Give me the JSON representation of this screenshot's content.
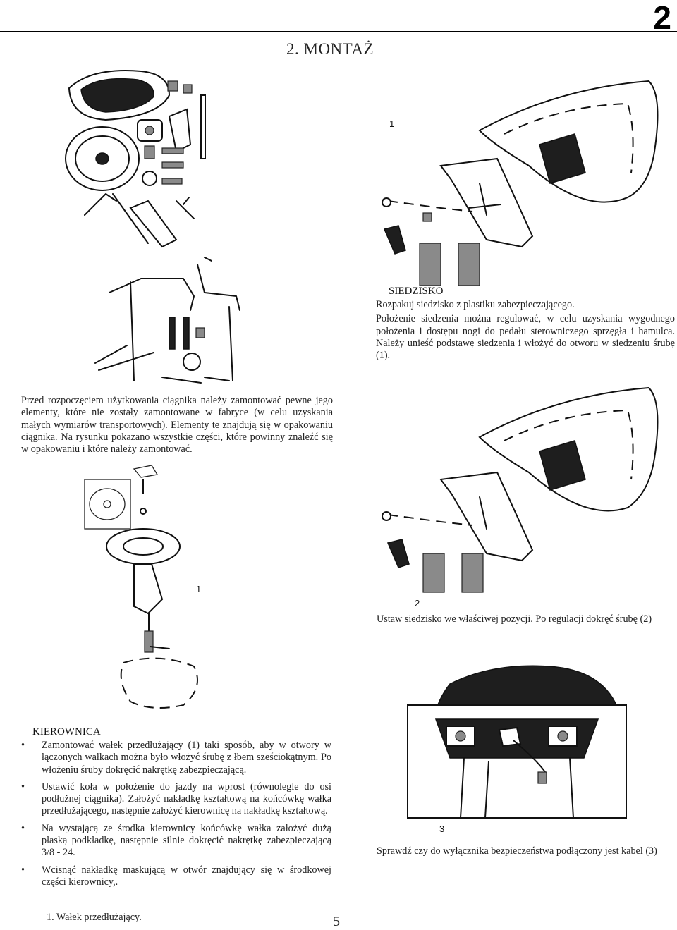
{
  "header": {
    "section_number": "2",
    "chapter_title": "2. MONTAŻ"
  },
  "intro": {
    "paragraph": "Przed rozpoczęciem użytkowania ciągnika należy zamontować pewne jego elementy, które nie zostały zamontowane w fabryce (w celu uzyskania małych wymiarów transportowych). Elementy te znajdują się w opakowaniu ciągnika. Na rysunku pokazano wszystkie części, które powinny znaleźć się w opakowaniu i które należy zamontować."
  },
  "seat": {
    "heading": "SIEDZISKO",
    "lines": [
      "Rozpakuj siedzisko z plastiku zabezpieczającego.",
      "Położenie siedzenia można regulować, w celu uzyskania wygodnego położenia i dostępu nogi do pedału sterowniczego sprzęgła i hamulca. Należy unieść podstawę siedzenia i włożyć do otworu w siedzeniu śrubę (1)."
    ],
    "figure1_label": "1",
    "figure2_label": "2",
    "caption_2": "Ustaw siedzisko we właściwej pozycji. Po regulacji dokręć śrubę (2)",
    "figure3_label": "3",
    "caption_3": "Sprawdź czy do wyłącznika bezpieczeństwa podłączony jest kabel (3)"
  },
  "steering": {
    "heading": "KIEROWNICA",
    "figure_label": "1",
    "bullets": [
      "Zamontować wałek przedłużający (1) taki sposób, aby w otwory w łączonych wałkach można było włożyć śrubę z łbem sześciokątnym. Po włożeniu śruby dokręcić nakrętkę zabezpieczającą.",
      "Ustawić koła w położenie do jazdy na wprost (równolegle do osi podłużnej ciągnika). Założyć nakładkę kształtową na końcówkę wałka przedłużającego, następnie założyć kierownicę na nakładkę kształtową.",
      "Na wystającą ze środka kierownicy końcówkę wałka założyć dużą płaską podkładkę, następnie silnie dokręcić nakrętkę zabezpieczającą 3/8 - 24.",
      "Wcisnąć nakładkę maskującą w otwór znajdujący się w środkowej części kierownicy,."
    ],
    "footnote": "1. Wałek przedłużający."
  },
  "footer": {
    "page_number": "5"
  }
}
